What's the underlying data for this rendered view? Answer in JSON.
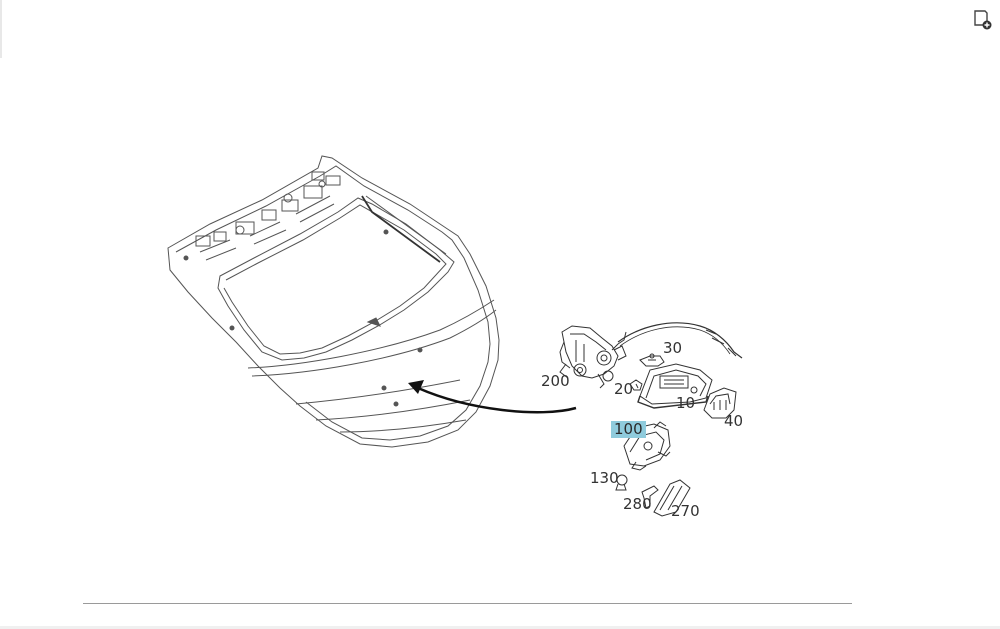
{
  "toolbar": {
    "icon": "page-add-icon"
  },
  "diagram": {
    "highlight_color": "#8fcbdc",
    "callouts": [
      "200",
      "30",
      "20",
      "10",
      "40",
      "100",
      "130",
      "280",
      "270"
    ],
    "selected_callout": "100"
  }
}
